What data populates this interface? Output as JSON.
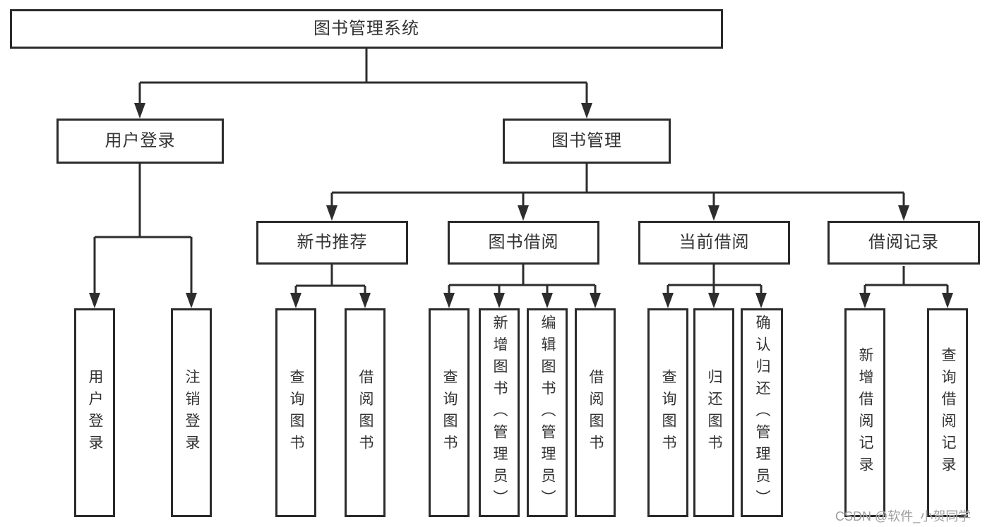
{
  "diagram": {
    "root": {
      "label": "图书管理系统"
    },
    "level2": [
      {
        "label": "用户登录",
        "children": [
          {
            "label": "用户登录"
          },
          {
            "label": "注销登录"
          }
        ]
      },
      {
        "label": "图书管理",
        "children": [
          {
            "label": "新书推荐",
            "children": [
              {
                "label": "查询图书"
              },
              {
                "label": "借阅图书"
              }
            ]
          },
          {
            "label": "图书借阅",
            "children": [
              {
                "label": "查询图书"
              },
              {
                "label": "新增图书（管理员）"
              },
              {
                "label": "编辑图书（管理员）"
              },
              {
                "label": "借阅图书"
              }
            ]
          },
          {
            "label": "当前借阅",
            "children": [
              {
                "label": "查询图书"
              },
              {
                "label": "归还图书"
              },
              {
                "label": "确认归还（管理员）"
              }
            ]
          },
          {
            "label": "借阅记录",
            "children": [
              {
                "label": "新增借阅记录"
              },
              {
                "label": "查询借阅记录"
              }
            ]
          }
        ]
      }
    ]
  },
  "watermark": {
    "text": "CSDN @软件_小贺同学"
  },
  "colors": {
    "line": "#2d2d2d",
    "border": "#2b2b2b",
    "text": "#333333",
    "watermark": "#9e9e9e",
    "background": "#ffffff"
  }
}
